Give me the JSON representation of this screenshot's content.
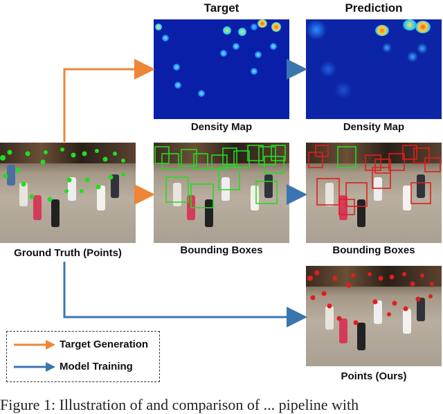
{
  "headers": {
    "target": "Target",
    "prediction": "Prediction"
  },
  "labels": {
    "density_target": "Density Map",
    "density_pred": "Density Map",
    "ground_truth": "Ground Truth (Points)",
    "bbox_target": "Bounding Boxes",
    "bbox_pred": "Bounding Boxes",
    "points_ours": "Points (Ours)"
  },
  "legend": {
    "items": [
      {
        "label": "Target Generation",
        "color": "#ef8536"
      },
      {
        "label": "Model Training",
        "color": "#3b75af"
      }
    ]
  },
  "caption": "Figure 1: Illustration of and comparison of ... pipeline with",
  "colors": {
    "target_arrow": "#ef8536",
    "train_arrow": "#3b75af",
    "gt_point": "#22dd22",
    "pred_box": "#e11d1d",
    "pred_point": "#e11d1d"
  }
}
